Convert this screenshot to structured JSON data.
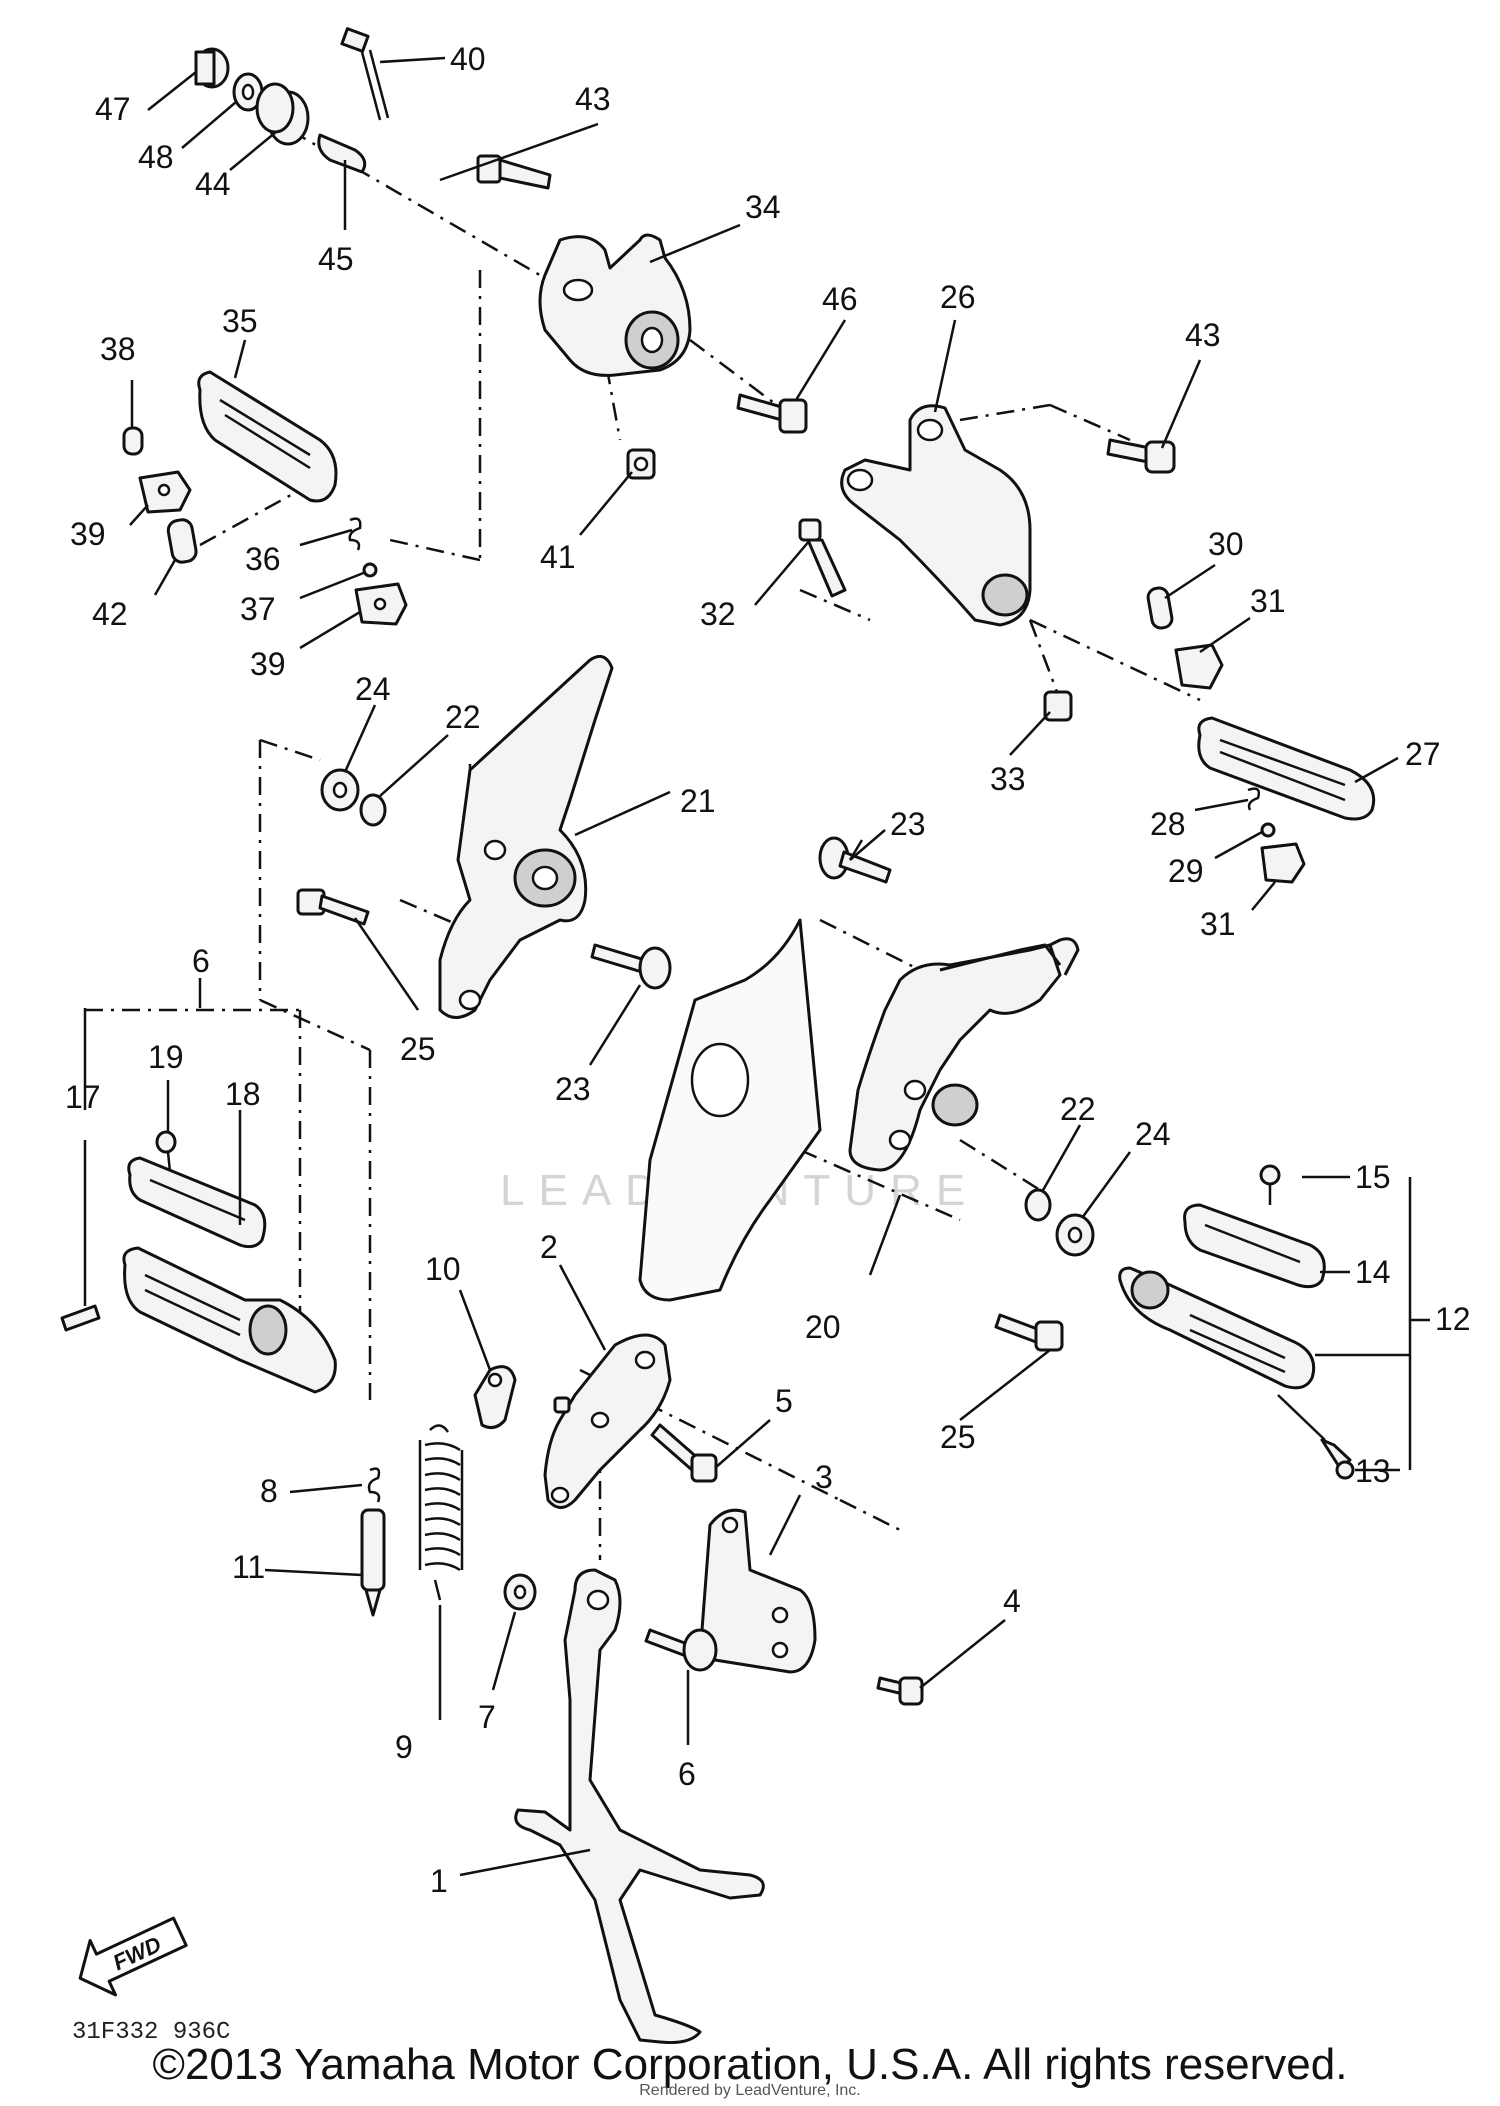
{
  "diagram_code": "31F332 936C",
  "fwd_label": "FWD",
  "watermark_text": "LEADVENTURE",
  "copyright": "©2013 Yamaha Motor Corporation, U.S.A. All rights reserved.",
  "render_note": "Rendered by LeadVenture, Inc.",
  "callouts": {
    "c1": "1",
    "c2": "2",
    "c3": "3",
    "c4": "4",
    "c5": "5",
    "c6": "6",
    "c6b": "6",
    "c7": "7",
    "c8": "8",
    "c9": "9",
    "c10": "10",
    "c11": "11",
    "c12": "12",
    "c13": "13",
    "c14": "14",
    "c15": "15",
    "c17": "17",
    "c18": "18",
    "c19": "19",
    "c20": "20",
    "c21": "21",
    "c22a": "22",
    "c22b": "22",
    "c23a": "23",
    "c23b": "23",
    "c24a": "24",
    "c24b": "24",
    "c25a": "25",
    "c25b": "25",
    "c26": "26",
    "c27": "27",
    "c28": "28",
    "c29": "29",
    "c30": "30",
    "c31a": "31",
    "c31b": "31",
    "c32": "32",
    "c33": "33",
    "c34": "34",
    "c35": "35",
    "c36": "36",
    "c37": "37",
    "c38": "38",
    "c39a": "39",
    "c39b": "39",
    "c40": "40",
    "c41": "41",
    "c42": "42",
    "c43a": "43",
    "c43b": "43",
    "c44": "44",
    "c45": "45",
    "c46": "46",
    "c47": "47",
    "c48": "48"
  }
}
